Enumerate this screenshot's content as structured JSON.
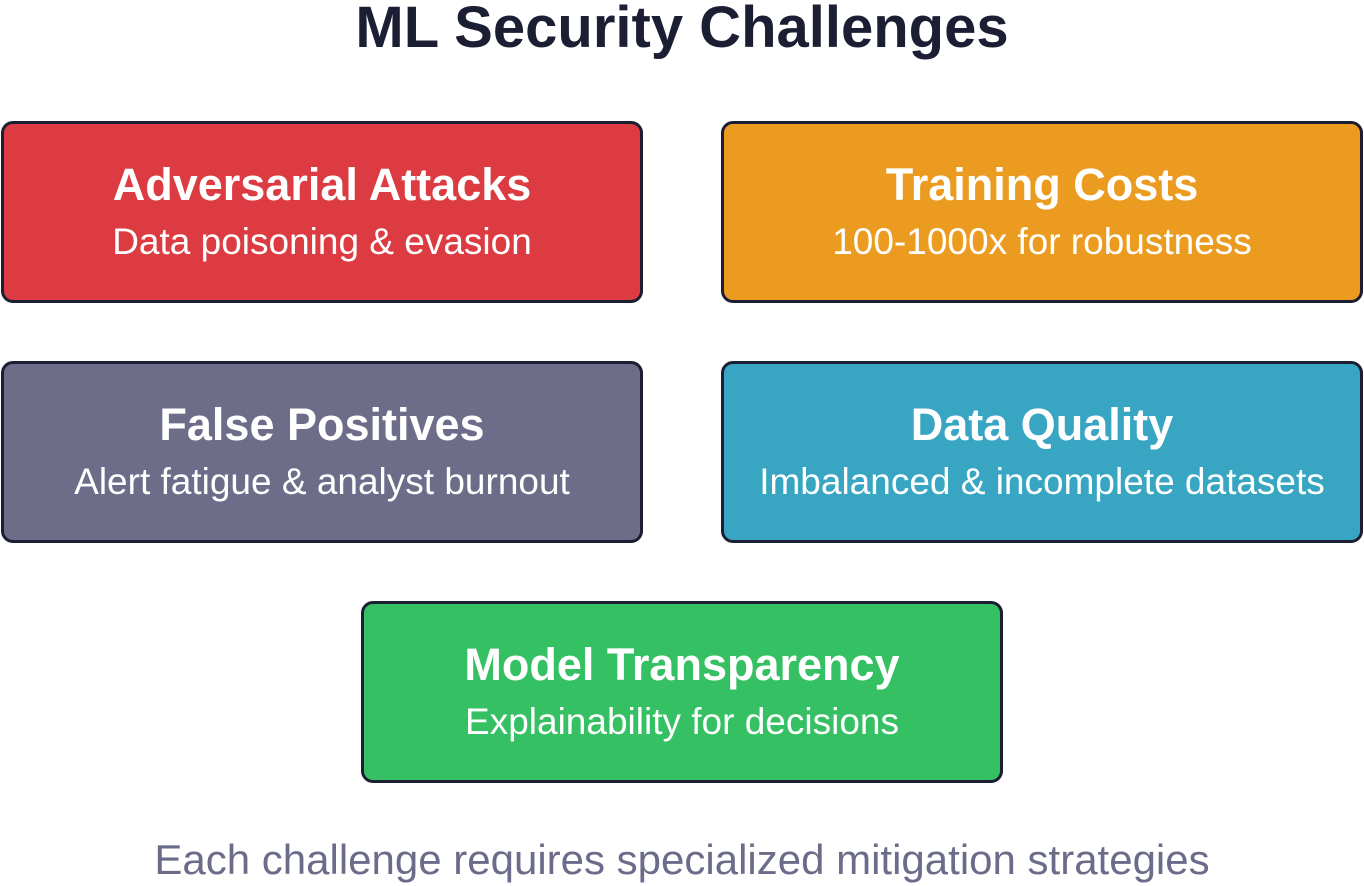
{
  "title": "ML Security Challenges",
  "cards": [
    {
      "title": "Adversarial Attacks",
      "subtitle": "Data poisoning & evasion",
      "color": "#db3b41"
    },
    {
      "title": "Training Costs",
      "subtitle": "100-1000x for robustness",
      "color": "#eb9c20"
    },
    {
      "title": "False Positives",
      "subtitle": "Alert fatigue & analyst burnout",
      "color": "#6d6d8a"
    },
    {
      "title": "Data Quality",
      "subtitle": "Imbalanced & incomplete datasets",
      "color": "#38a6c2"
    },
    {
      "title": "Model Transparency",
      "subtitle": "Explainability for decisions",
      "color": "#34c063"
    }
  ],
  "footer": "Each challenge requires specialized mitigation strategies"
}
